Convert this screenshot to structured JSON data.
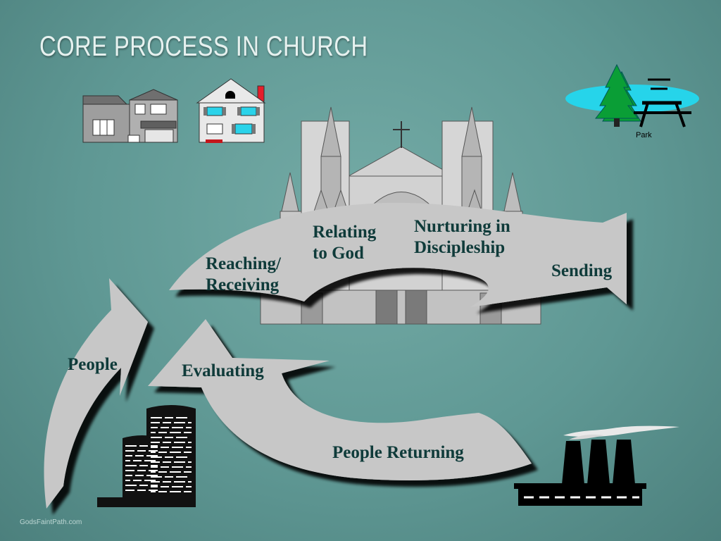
{
  "title": "CORE PROCESS IN CHURCH",
  "labels": {
    "reaching": "Reaching/",
    "receiving": "Receiving",
    "relating1": "Relating",
    "relating2": "to God",
    "nurturing1": "Nurturing in",
    "nurturing2": "Discipleship",
    "sending": "Sending",
    "people": "People",
    "evaluating": "Evaluating",
    "returning": "People Returning"
  },
  "park_label": "Park",
  "watermark": "GodsFaintPath.com",
  "icons": [
    "house-split-level-icon",
    "house-colonial-icon",
    "cathedral-icon",
    "park-icon",
    "office-buildings-icon",
    "factory-icon"
  ],
  "colors": {
    "arrow": "#c7c7c7",
    "church": "#cfcfcf",
    "pond": "#26d4ea",
    "tree": "#0a9e36",
    "roof_accent": "#e61e2a"
  }
}
